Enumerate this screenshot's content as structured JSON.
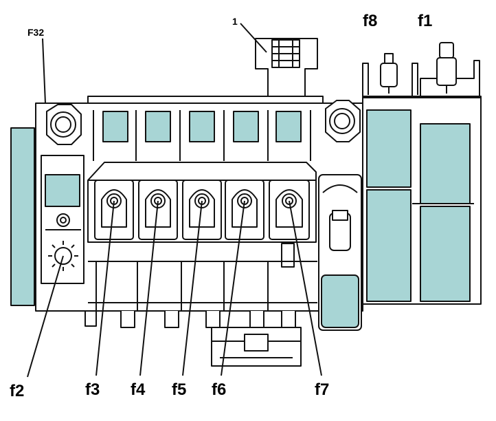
{
  "labels": {
    "top_left": "F32",
    "top_center": "1",
    "f1": "f1",
    "f2": "f2",
    "f3": "f3",
    "f4": "f4",
    "f5": "f5",
    "f6": "f6",
    "f7": "f7",
    "f8": "f8"
  },
  "colors": {
    "fill": "#a8d5d5",
    "stroke": "#111111",
    "background": "#ffffff"
  }
}
